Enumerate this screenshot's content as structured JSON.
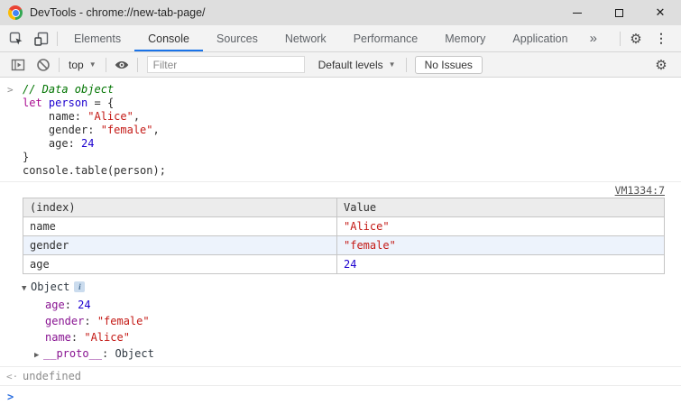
{
  "window": {
    "title": "DevTools - chrome://new-tab-page/"
  },
  "icons": {
    "close": "✕",
    "gear": "⚙",
    "menu_dots": "⋮",
    "more_tabs": "»",
    "dropdown_arrow": "▼",
    "tree_expanded": "▼",
    "tree_collapsed": "▶",
    "command_prompt": ">",
    "result_prompt": ">",
    "return_arrow": "<·"
  },
  "tabbar": {
    "tabs": [
      {
        "label": "Elements",
        "active": false
      },
      {
        "label": "Console",
        "active": true
      },
      {
        "label": "Sources",
        "active": false
      },
      {
        "label": "Network",
        "active": false
      },
      {
        "label": "Performance",
        "active": false
      },
      {
        "label": "Memory",
        "active": false
      },
      {
        "label": "Application",
        "active": false
      }
    ]
  },
  "toolbar": {
    "context_selector": {
      "label": "top"
    },
    "filter": {
      "placeholder": "Filter"
    },
    "levels_dropdown": {
      "label": "Default levels"
    },
    "issues_button": {
      "label": "No Issues"
    }
  },
  "console_output": {
    "command": {
      "lines": [
        [
          {
            "t": "// Data object",
            "c": "comment"
          }
        ],
        [
          {
            "t": "let",
            "c": "keyword"
          },
          {
            "t": " ",
            "c": "plain"
          },
          {
            "t": "person",
            "c": "def"
          },
          {
            "t": " = {",
            "c": "plain"
          }
        ],
        [
          {
            "t": "    name: ",
            "c": "plain"
          },
          {
            "t": "\"Alice\"",
            "c": "string"
          },
          {
            "t": ",",
            "c": "plain"
          }
        ],
        [
          {
            "t": "    gender: ",
            "c": "plain"
          },
          {
            "t": "\"female\"",
            "c": "string"
          },
          {
            "t": ",",
            "c": "plain"
          }
        ],
        [
          {
            "t": "    age: ",
            "c": "plain"
          },
          {
            "t": "24",
            "c": "number"
          }
        ],
        [
          {
            "t": "}",
            "c": "plain"
          }
        ],
        [
          {
            "t": "console.table(person);",
            "c": "plain"
          }
        ]
      ]
    },
    "source_link": "VM1334:7",
    "table": {
      "columns": [
        "(index)",
        "Value"
      ],
      "rows": [
        {
          "index": "name",
          "value": "\"Alice\"",
          "type": "string",
          "alt": false
        },
        {
          "index": "gender",
          "value": "\"female\"",
          "type": "string",
          "alt": true
        },
        {
          "index": "age",
          "value": "24",
          "type": "number",
          "alt": false
        }
      ]
    },
    "object_tree": {
      "root_label": "Object",
      "info_icon": "i",
      "properties": [
        {
          "name": "age",
          "value": "24",
          "type": "number"
        },
        {
          "name": "gender",
          "value": "\"female\"",
          "type": "string"
        },
        {
          "name": "name",
          "value": "\"Alice\"",
          "type": "string"
        }
      ],
      "proto": {
        "name": "__proto__",
        "value": "Object"
      }
    },
    "returned_value": "undefined"
  },
  "colors": {
    "accent_blue": "#1a73e8",
    "string_red": "#c41a16",
    "number_blue": "#1c00cf",
    "keyword_magenta": "#aa0d91",
    "comment_green": "#007400",
    "property_purple": "#881391",
    "table_alt_row": "#edf3fc",
    "chrome_bg": "#f3f3f3",
    "titlebar_bg": "#dedede"
  }
}
